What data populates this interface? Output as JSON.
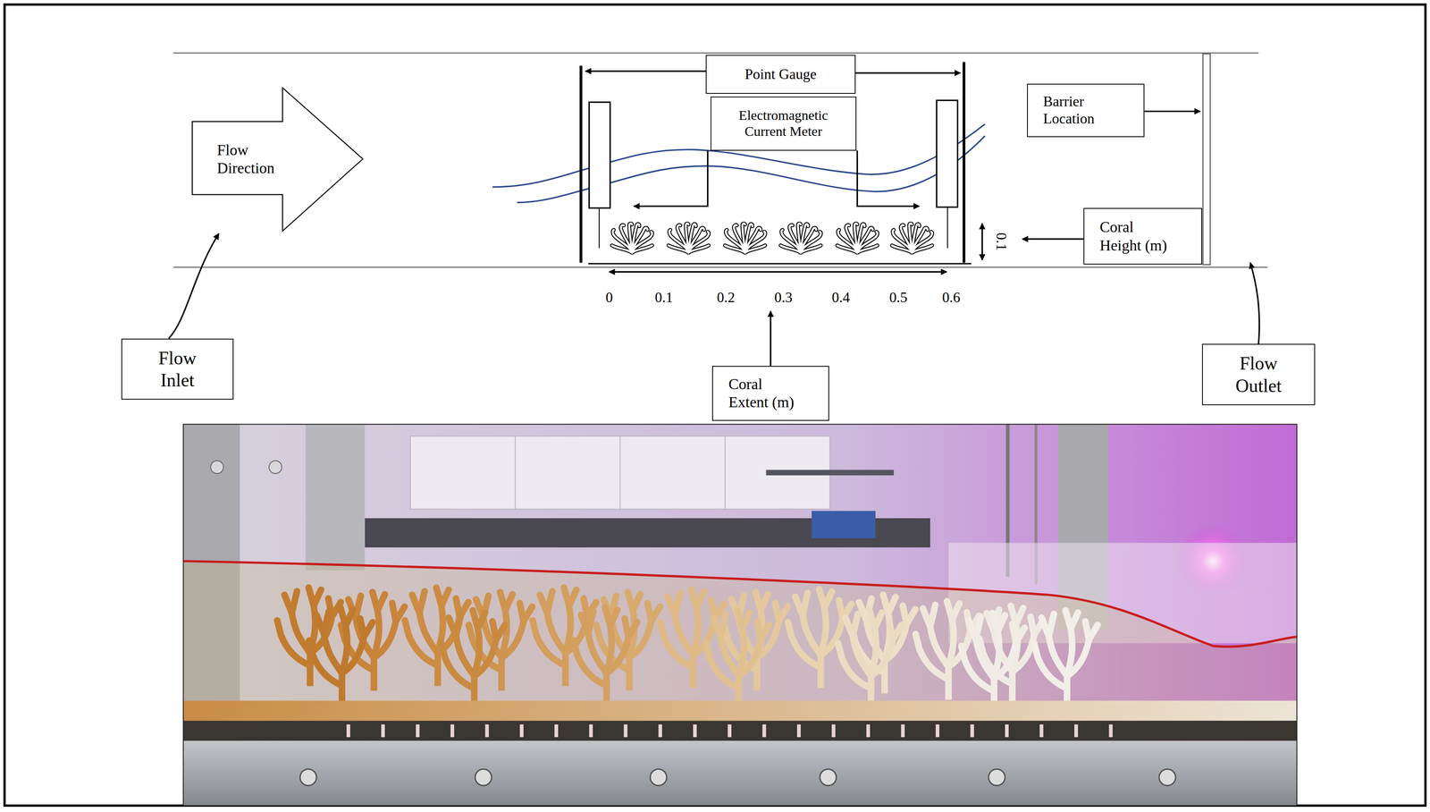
{
  "diagram": {
    "nodes": [
      {
        "text": [
          "Flow Direction"
        ]
      },
      {
        "text": [
          "Point Gauge"
        ]
      },
      {
        "text": [
          "Electromagnetic Current Meter"
        ]
      },
      {
        "text": [
          "Barrier Location"
        ]
      },
      {
        "text": [
          "Coral Height (m)"
        ]
      },
      {
        "text": [
          "Flow Inlet"
        ]
      },
      {
        "text": [
          "Coral Extent (m)"
        ]
      },
      {
        "text": [
          "Flow Outlet"
        ]
      }
    ],
    "labels": [
      "0.1",
      "0",
      "0.1",
      "0.2",
      "0.3",
      "0.4",
      "0.5",
      "0.6"
    ]
  }
}
